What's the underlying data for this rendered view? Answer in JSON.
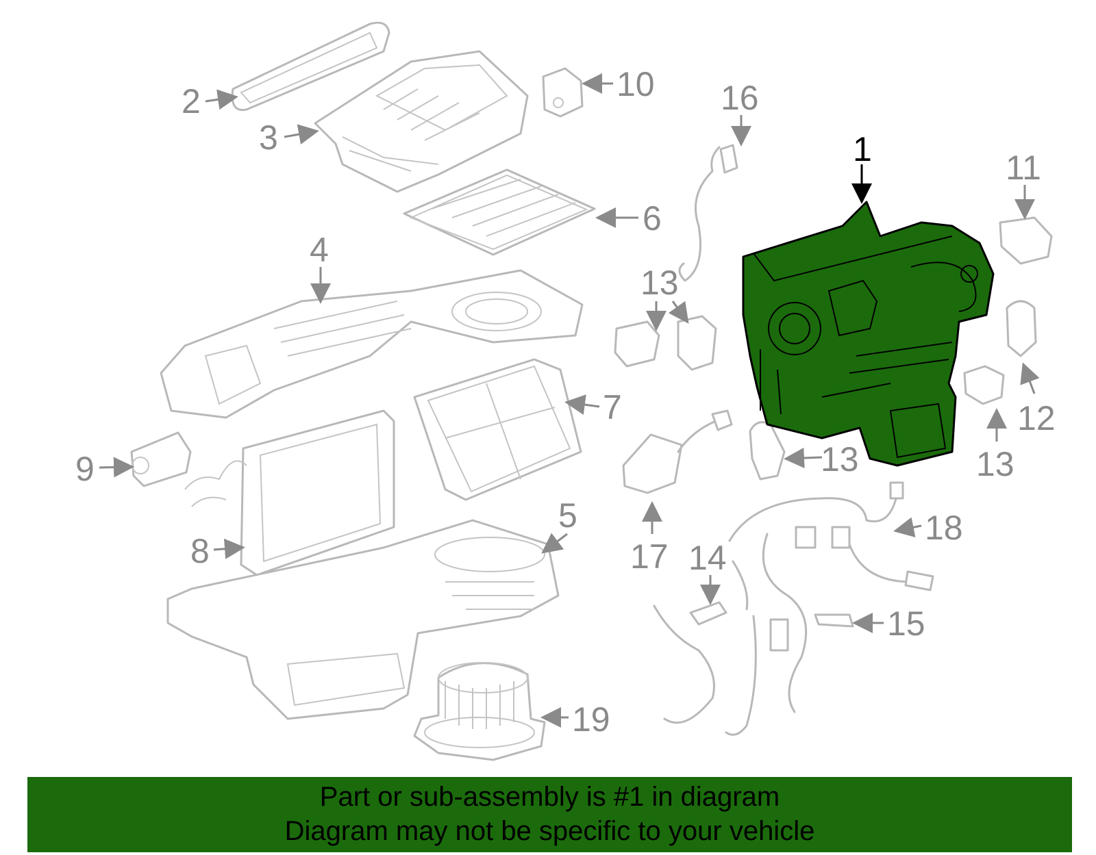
{
  "callouts": {
    "c1": "1",
    "c2": "2",
    "c3": "3",
    "c4": "4",
    "c5": "5",
    "c6": "6",
    "c7": "7",
    "c8": "8",
    "c9": "9",
    "c10": "10",
    "c11": "11",
    "c12": "12",
    "c13a": "13",
    "c13b": "13",
    "c13c": "13",
    "c13d": "13",
    "c14": "14",
    "c15": "15",
    "c16": "16",
    "c17": "17",
    "c18": "18",
    "c19": "19"
  },
  "highlight": {
    "part": "1",
    "color": "#1b6b0c"
  },
  "banner": {
    "line1": "Part or sub-assembly is #1 in diagram",
    "line2": "Diagram may not be specific to your vehicle"
  }
}
